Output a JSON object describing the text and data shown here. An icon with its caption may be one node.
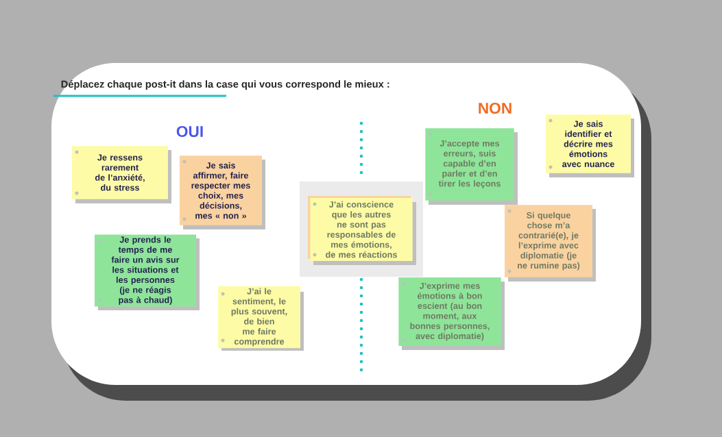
{
  "diagram": {
    "title": "Déplacez chaque post-it dans la case qui vous correspond le mieux :",
    "nodes": [
      {
        "text": [
          "Je ressens rarement de l’anxiété, du stress"
        ]
      },
      {
        "text": [
          "Je sais affirmer, faire respecter mes choix, mes décisions, mes « non »"
        ]
      },
      {
        "text": [
          "Je prends le temps de me faire un avis sur les situations et les personnes (je ne réagis pas à chaud)"
        ]
      },
      {
        "text": [
          "J’ai le sentiment, le plus souvent, de bien me faire comprendre"
        ]
      },
      {
        "text": [
          "J’ai conscience que les autres ne sont pas responsables de mes émotions, de mes réactions"
        ]
      },
      {
        "text": [
          "J’accepte mes erreurs, suis capable d’en parler et d’en tirer les leçons"
        ]
      },
      {
        "text": [
          "Je sais identifier et décrire mes émotions avec nuance"
        ]
      },
      {
        "text": [
          "Si quelque chose m’a contrarié(e), je l’exprime avec diplomatie (je ne rumine pas)"
        ]
      },
      {
        "text": [
          "J’exprime mes émotions à bon escient (au bon moment, aux bonnes personnes, avec diplomatie)"
        ]
      }
    ],
    "labels": [
      "OUI",
      "NON"
    ]
  }
}
